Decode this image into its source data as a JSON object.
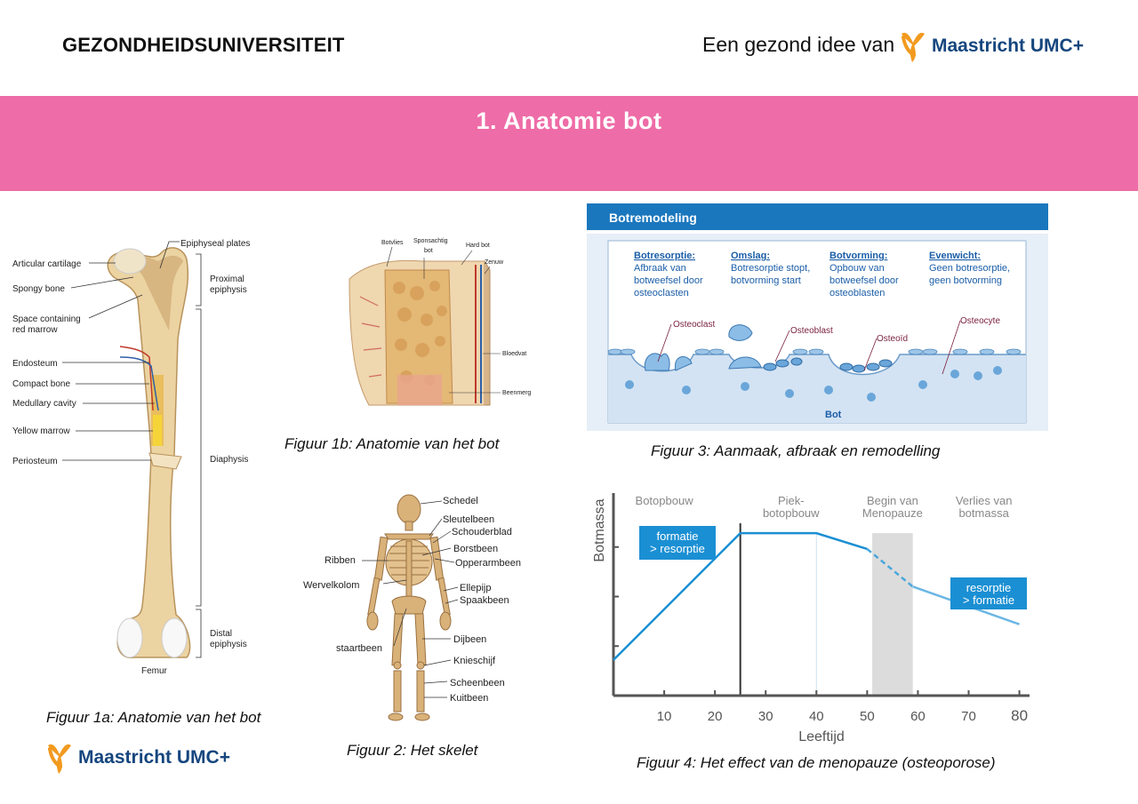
{
  "header": {
    "brand": "GEZONDHEIDSUNIVERSITEIT",
    "tagline": "Een gezond idee van",
    "logo_text": "Maastricht UMC+"
  },
  "banner": {
    "title": "1. Anatomie bot",
    "color": "#ee6ca7"
  },
  "fig1a": {
    "caption": "Figuur 1a: Anatomie van het bot",
    "labels": {
      "epiphyseal_plates": "Epiphyseal plates",
      "articular_cartilage": "Articular cartilage",
      "spongy_bone": "Spongy bone",
      "space_red_marrow_1": "Space containing",
      "space_red_marrow_2": "red marrow",
      "endosteum": "Endosteum",
      "compact_bone": "Compact bone",
      "medullary_cavity": "Medullary cavity",
      "yellow_marrow": "Yellow marrow",
      "periosteum": "Periosteum",
      "proximal_1": "Proximal",
      "proximal_2": "epiphysis",
      "diaphysis": "Diaphysis",
      "distal_1": "Distal",
      "distal_2": "epiphysis",
      "femur": "Femur"
    }
  },
  "fig1b": {
    "caption": "Figuur 1b: Anatomie van het bot",
    "labels": {
      "botvlies": "Botvlies",
      "sponsachtig_1": "Sponsachtig",
      "sponsachtig_2": "bot",
      "hard_bot": "Hard bot",
      "zenuw": "Zenuw",
      "bloedvat": "Bloedvat",
      "beenmerg": "Beenmerg"
    }
  },
  "fig2": {
    "caption": "Figuur 2: Het skelet",
    "labels": {
      "schedel": "Schedel",
      "sleutelbeen": "Sleutelbeen",
      "schouderblad": "Schouderblad",
      "ribben": "Ribben",
      "borstbeen": "Borstbeen",
      "opperarmbeen": "Opperarmbeen",
      "wervelkolom": "Wervelkolom",
      "ellepijp": "Ellepijp",
      "spaakbeen": "Spaakbeen",
      "staartbeen": "staartbeen",
      "dijbeen": "Dijbeen",
      "knieschijf": "Knieschijf",
      "scheenbeen": "Scheenbeen",
      "kuitbeen": "Kuitbeen"
    }
  },
  "fig3": {
    "caption": "Figuur 3: Aanmaak, afbraak en remodelling",
    "title": "Botremodeling",
    "phases": [
      {
        "head": "Botresorptie:",
        "lines": [
          "Afbraak van",
          "botweefsel door",
          "osteoclasten"
        ]
      },
      {
        "head": "Omslag:",
        "lines": [
          "Botresorptie stopt,",
          "botvorming start"
        ]
      },
      {
        "head": "Botvorming:",
        "lines": [
          "Opbouw van",
          "botweefsel door",
          "osteoblasten"
        ]
      },
      {
        "head": "Evenwicht:",
        "lines": [
          "Geen botresorptie,",
          "geen botvorming"
        ]
      }
    ],
    "labels": {
      "osteoclast": "Osteoclast",
      "osteoblast": "Osteoblast",
      "osteoid": "Osteoïd",
      "osteocyte": "Osteocyte",
      "bot": "Bot"
    },
    "colors": {
      "header": "#1b77bd",
      "text": "#1b5ea8"
    }
  },
  "fig4": {
    "caption": "Figuur 4: Het effect van de menopauze (osteoporose)",
    "chart_data": {
      "type": "line",
      "xlabel": "Leeftijd",
      "ylabel": "Botmassa",
      "x_ticks": [
        10,
        20,
        30,
        40,
        50,
        60,
        70,
        80
      ],
      "xlim": [
        0,
        82
      ],
      "ylim": [
        0,
        1
      ],
      "series": [
        {
          "values": [
            [
              0,
              0.18
            ],
            [
              25,
              0.82
            ],
            [
              40,
              0.82
            ],
            [
              50,
              0.74
            ]
          ],
          "style": "solid",
          "color": "#1b8fd3"
        },
        {
          "values": [
            [
              50,
              0.74
            ],
            [
              59,
              0.55
            ]
          ],
          "style": "dashed",
          "color": "#4aa7dd"
        },
        {
          "values": [
            [
              59,
              0.55
            ],
            [
              80,
              0.36
            ]
          ],
          "style": "solid",
          "color": "#6bb6e4"
        }
      ],
      "phases": [
        {
          "lines": [
            "Botopbouw"
          ],
          "x": 10
        },
        {
          "lines": [
            "Piek-",
            "botopbouw"
          ],
          "x": 35
        },
        {
          "lines": [
            "Begin van",
            "Menopauze"
          ],
          "x": 55
        },
        {
          "lines": [
            "Verlies van",
            "botmassa"
          ],
          "x": 73
        }
      ],
      "shaded_range": [
        51,
        59
      ],
      "vline_x": 25,
      "annotations": [
        {
          "lines": [
            "formatie",
            "> resorptie"
          ]
        },
        {
          "lines": [
            "resorptie",
            "> formatie"
          ]
        }
      ]
    }
  }
}
